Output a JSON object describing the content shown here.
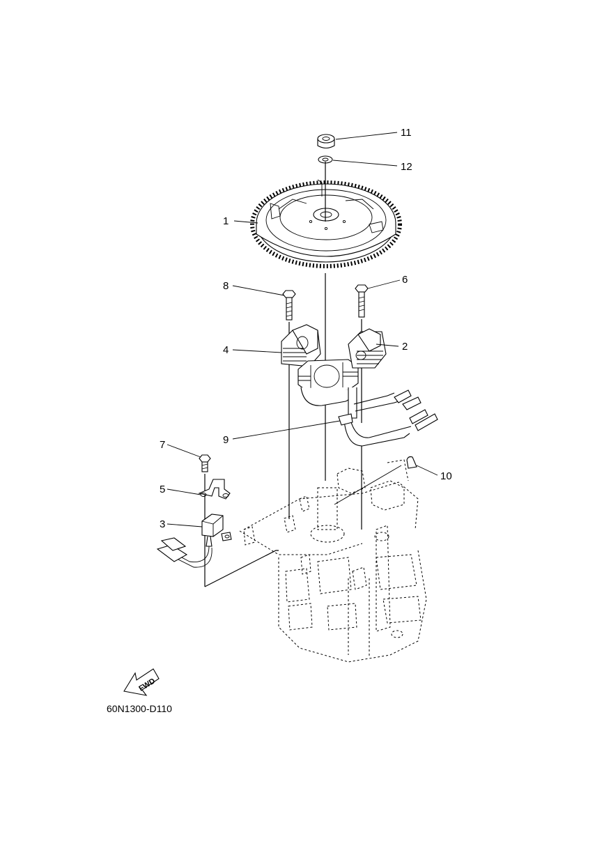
{
  "diagram": {
    "code": "60N1300-D110",
    "fwd_label": "FWD",
    "callouts": [
      "1",
      "2",
      "3",
      "4",
      "5",
      "6",
      "7",
      "8",
      "9",
      "10",
      "11",
      "12"
    ]
  }
}
